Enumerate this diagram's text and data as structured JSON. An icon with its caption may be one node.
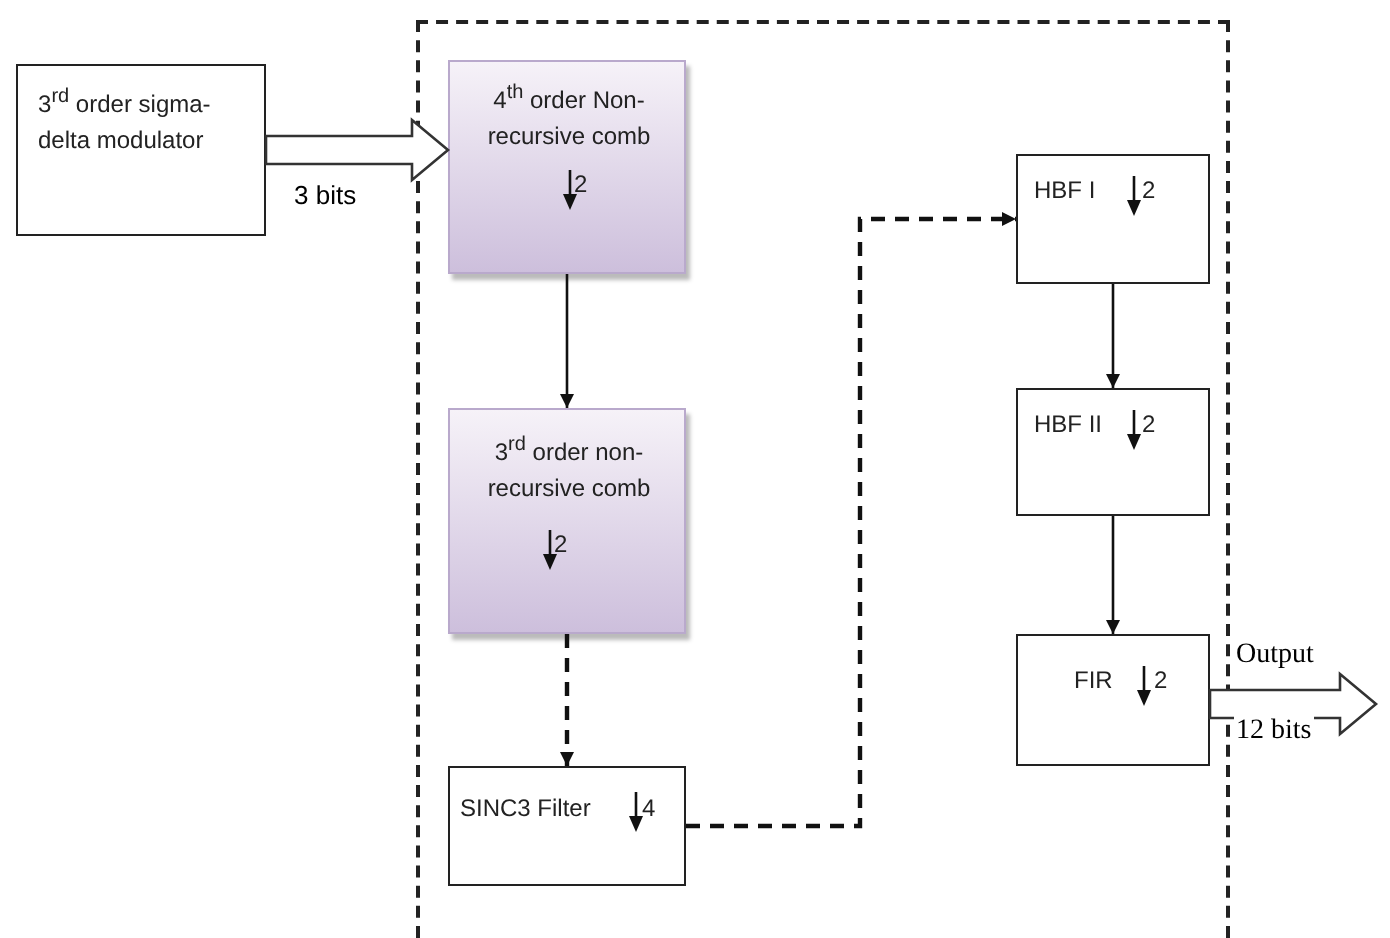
{
  "diagram": {
    "nodes": [
      {
        "text": [],
        "shape": "box"
      },
      {
        "text": [
          "3$^{rd}$ order sigma-delta modulator"
        ]
      },
      {
        "text": [
          "4$^{th}$ order Non-recursive comb",
          "2"
        ],
        "in": 0
      },
      {
        "text": [
          "3$^{rd}$ order non-recursive comb",
          "2"
        ],
        "in": 0
      },
      {
        "text": [
          "SINC3 Filter",
          "4"
        ],
        "in": 0
      },
      {
        "text": [
          "HBF I",
          "2"
        ],
        "in": 0
      },
      {
        "text": [
          "HBF II",
          "2"
        ],
        "in": 0
      },
      {
        "text": [
          "FIR",
          "2"
        ],
        "in": 0
      }
    ],
    "edges": [
      {
        "from": 1,
        "to": 2,
        "arrow": "to",
        "label": "3 bits",
        "style": "thick"
      },
      {
        "from": 2,
        "to": 3,
        "arrow": "to"
      },
      {
        "from": 3,
        "to": 4,
        "arrow": "to",
        "style": "dashed"
      },
      {
        "from": 4,
        "to": 5,
        "arrow": "to",
        "style": "dashed"
      },
      {
        "from": 5,
        "to": 6,
        "arrow": "to"
      },
      {
        "from": 6,
        "to": 7,
        "arrow": "to"
      },
      {
        "from": 7,
        "to": null,
        "arrow": "to",
        "label": "Output",
        "style": "thick"
      }
    ],
    "labels": [
      "12 bits"
    ]
  }
}
